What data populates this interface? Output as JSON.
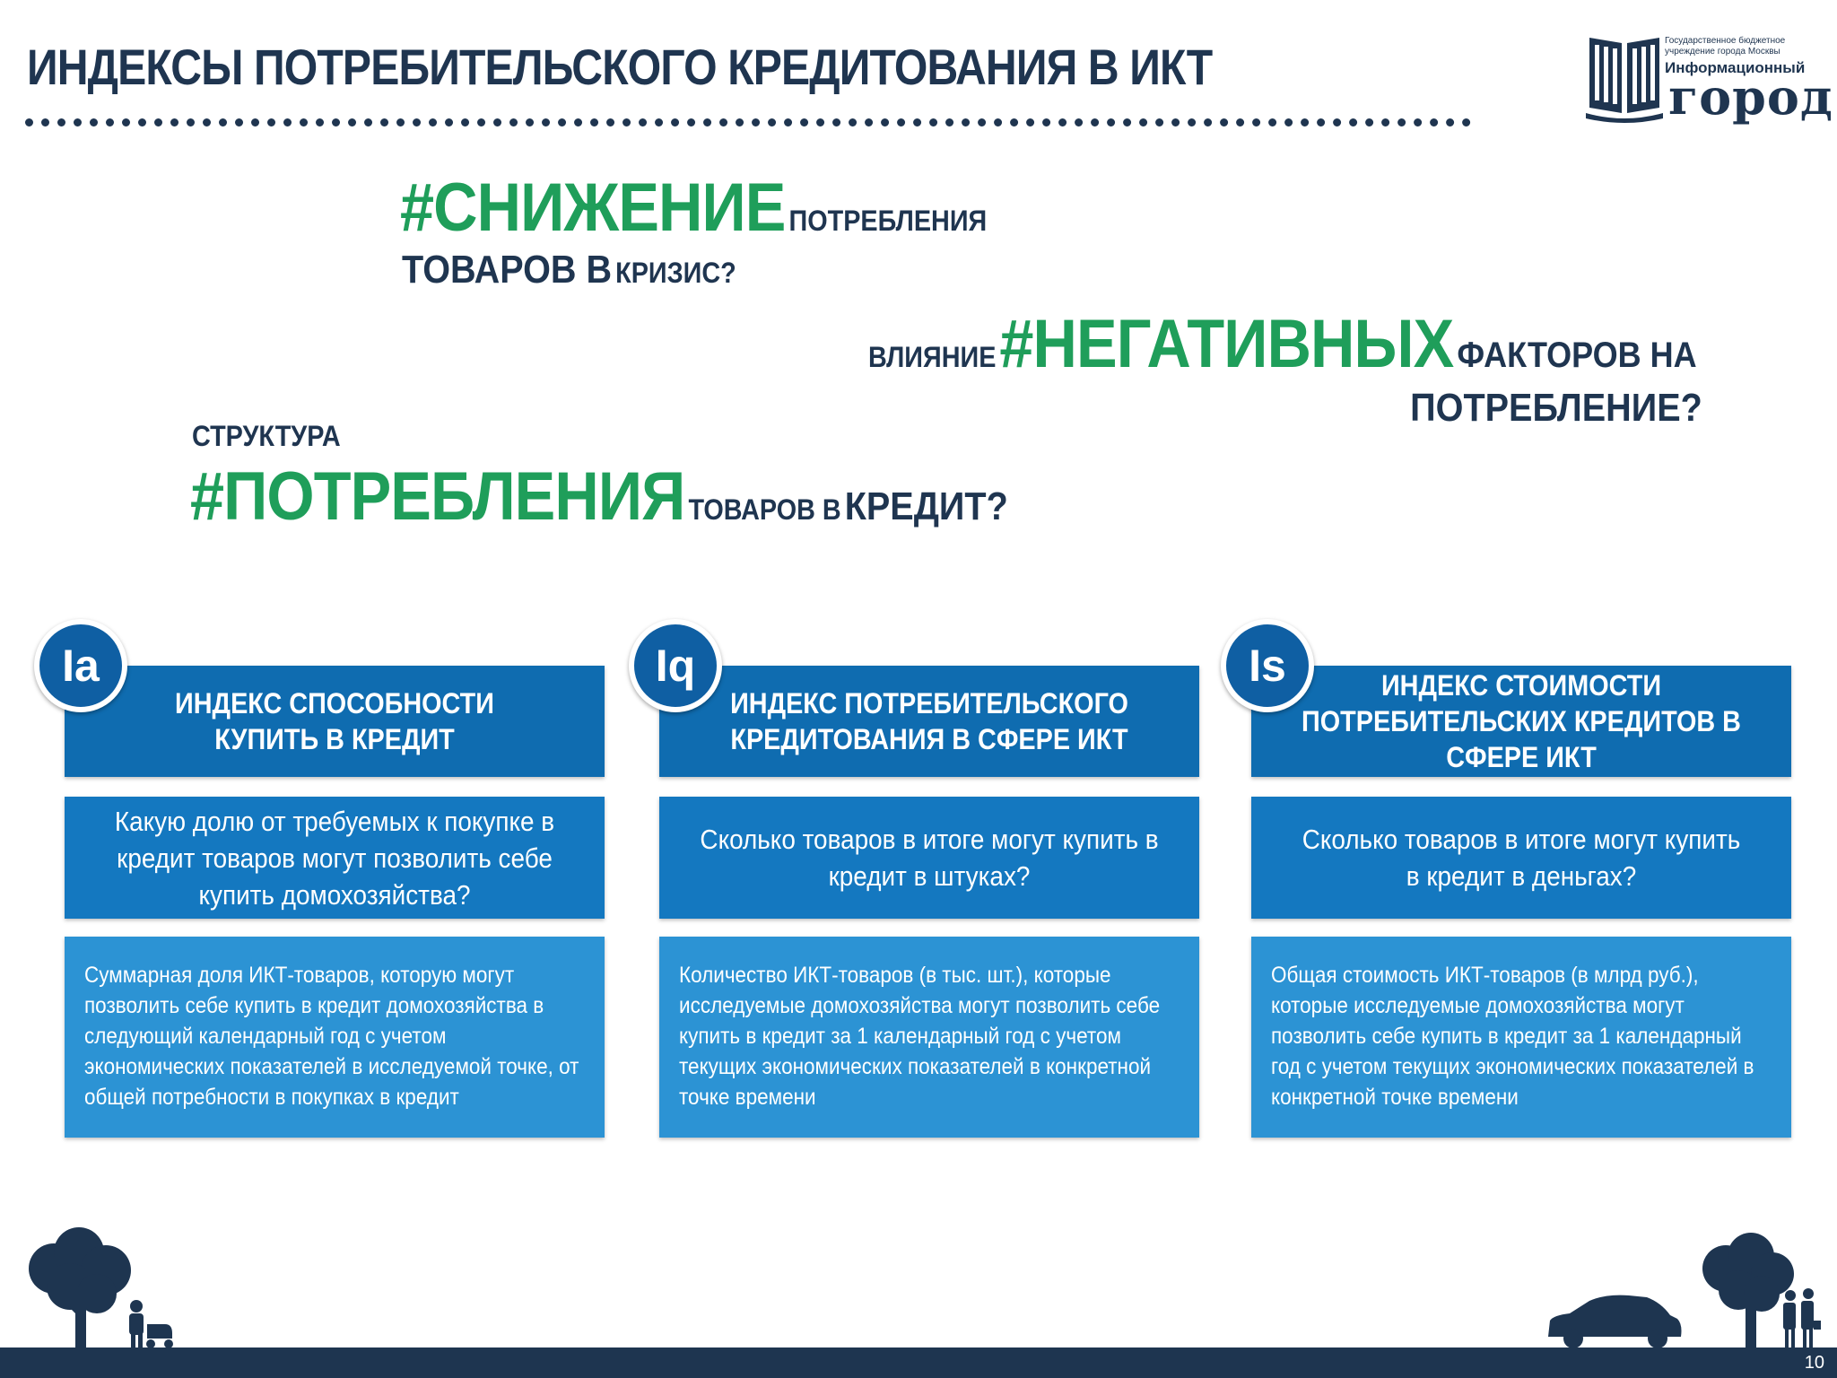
{
  "header": {
    "title": "ИНДЕКСЫ ПОТРЕБИТЕЛЬСКОГО КРЕДИТОВАНИЯ В ИКТ"
  },
  "logo": {
    "org_line1": "Государственное бюджетное",
    "org_line2": "учреждение города Москвы",
    "brand_line1": "Информационный",
    "brand_line2": "город"
  },
  "questions": {
    "q1": {
      "tag": "#СНИЖЕНИЕ",
      "after": "ПОТРЕБЛЕНИЯ",
      "line2_big": "ТОВАРОВ В",
      "line2_small": "КРИЗИС?"
    },
    "q2": {
      "before": "ВЛИЯНИЕ",
      "tag": "#НЕГАТИВНЫХ",
      "after": "ФАКТОРОВ НА",
      "line2": "ПОТРЕБЛЕНИЕ?"
    },
    "q3": {
      "line1": "СТРУКТУРА",
      "tag": "#ПОТРЕБЛЕНИЯ",
      "after_small": "ТОВАРОВ В",
      "after_big": "КРЕДИТ?"
    }
  },
  "cards": [
    {
      "badge": "Ia",
      "heading": "ИНДЕКС СПОСОБНОСТИ КУПИТЬ В КРЕДИТ",
      "question": "Какую долю от требуемых к покупке в кредит товаров могут позволить себе купить домохозяйства?",
      "description": "Суммарная доля ИКТ-товаров, которую могут позволить себе купить в кредит домохозяйства в следующий календарный год с учетом экономических показателей в исследуемой точке, от общей потребности в покупках в кредит"
    },
    {
      "badge": "Iq",
      "heading": "ИНДЕКС ПОТРЕБИТЕЛЬСКОГО КРЕДИТОВАНИЯ В СФЕРЕ ИКТ",
      "question": "Сколько товаров в итоге могут купить в кредит в штуках?",
      "description": "Количество ИКТ-товаров (в тыс. шт.), которые исследуемые домохозяйства могут позволить себе купить в кредит за 1 календарный год с учетом текущих экономических показателей в конкретной точке времени"
    },
    {
      "badge": "Is",
      "heading": "ИНДЕКС СТОИМОСТИ ПОТРЕБИТЕЛЬСКИХ КРЕДИТОВ В СФЕРЕ ИКТ",
      "question": "Сколько товаров в итоге могут купить в кредит в деньгах?",
      "description": "Общая стоимость ИКТ-товаров (в млрд руб.), которые исследуемые домохозяйства могут позволить себе купить в кредит за 1 календарный год с учетом текущих экономических показателей в конкретной точке времени"
    }
  ],
  "footer": {
    "page_number": "10"
  },
  "colors": {
    "navy": "#1f3550",
    "green": "#1f9e5a",
    "card_head": "#0f6cb0",
    "card_question": "#1478c0",
    "card_desc": "#2c93d4"
  }
}
